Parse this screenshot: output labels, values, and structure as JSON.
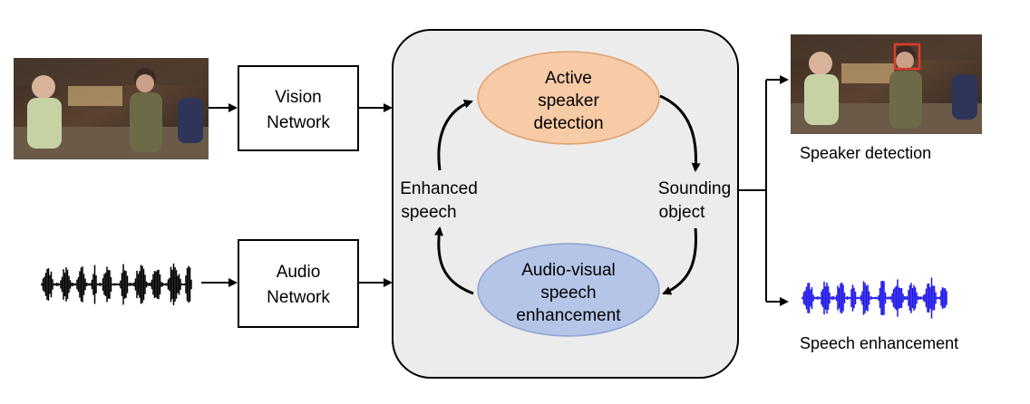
{
  "vision_network": {
    "line1": "Vision",
    "line2": "Network"
  },
  "audio_network": {
    "line1": "Audio",
    "line2": "Network"
  },
  "active_speaker": {
    "line1": "Active",
    "line2": "speaker",
    "line3": "detection"
  },
  "av_enhancement": {
    "line1": "Audio-visual",
    "line2": "speech",
    "line3": "enhancement"
  },
  "enhanced_speech": {
    "line1": "Enhanced",
    "line2": "speech"
  },
  "sounding_object": {
    "line1": "Sounding",
    "line2": "object"
  },
  "outputs": {
    "speaker_detection": "Speaker detection",
    "speech_enhancement": "Speech enhancement"
  },
  "colors": {
    "active_speaker_fill": "#f7cba6",
    "av_enhancement_fill": "#b4c5e8",
    "panel_fill": "#ececec",
    "output_waveform": "#1f16e8",
    "input_waveform": "#000000",
    "detection_box": "#e23a2a"
  }
}
